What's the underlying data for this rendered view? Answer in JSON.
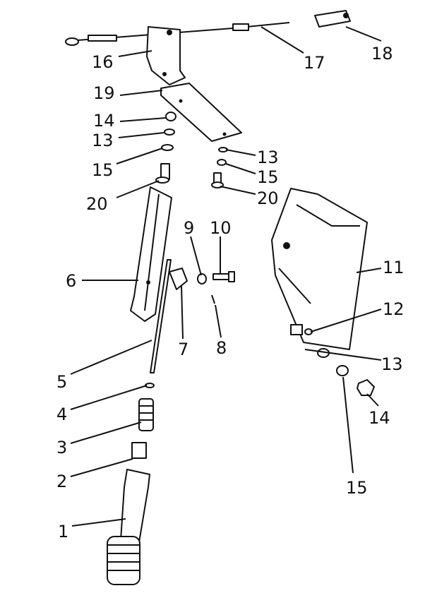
{
  "diagram": {
    "type": "exploded-parts-view",
    "labels": [
      "16",
      "17",
      "18",
      "19",
      "14",
      "13",
      "15",
      "20",
      "13",
      "15",
      "20",
      "9",
      "10",
      "11",
      "12",
      "6",
      "7",
      "8",
      "5",
      "13",
      "4",
      "14",
      "3",
      "2",
      "15",
      "1"
    ]
  }
}
